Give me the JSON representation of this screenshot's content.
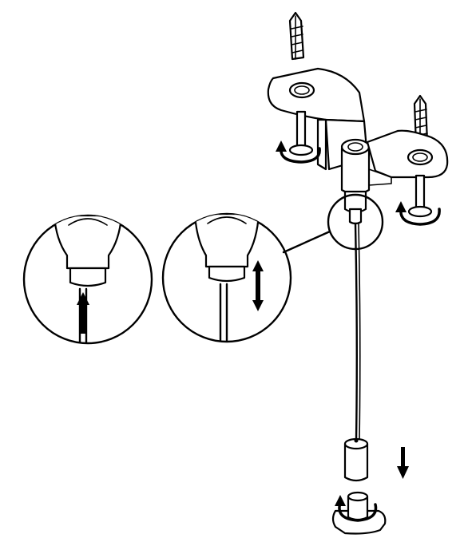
{
  "diagram": {
    "kind": "assembly-instruction",
    "parts": [
      "wall-anchor-left",
      "wall-anchor-right",
      "ceiling-bracket",
      "screw-left",
      "screw-right",
      "cable-gripper",
      "suspension-cable",
      "cable-end-sleeve",
      "end-fitting-base"
    ],
    "callouts": [
      {
        "name": "detail-cable-insert",
        "arrow": "up-arrow-icon"
      },
      {
        "name": "detail-cable-adjust",
        "arrow": "up-down-arrow-icon"
      }
    ],
    "rotation_markers": [
      "rotate-arrow-icon-left-screw",
      "rotate-arrow-icon-right-screw",
      "rotate-arrow-icon-base"
    ],
    "colors": {
      "line": "#000000",
      "fill": "#ffffff",
      "shade": "#d9d9d9"
    }
  }
}
